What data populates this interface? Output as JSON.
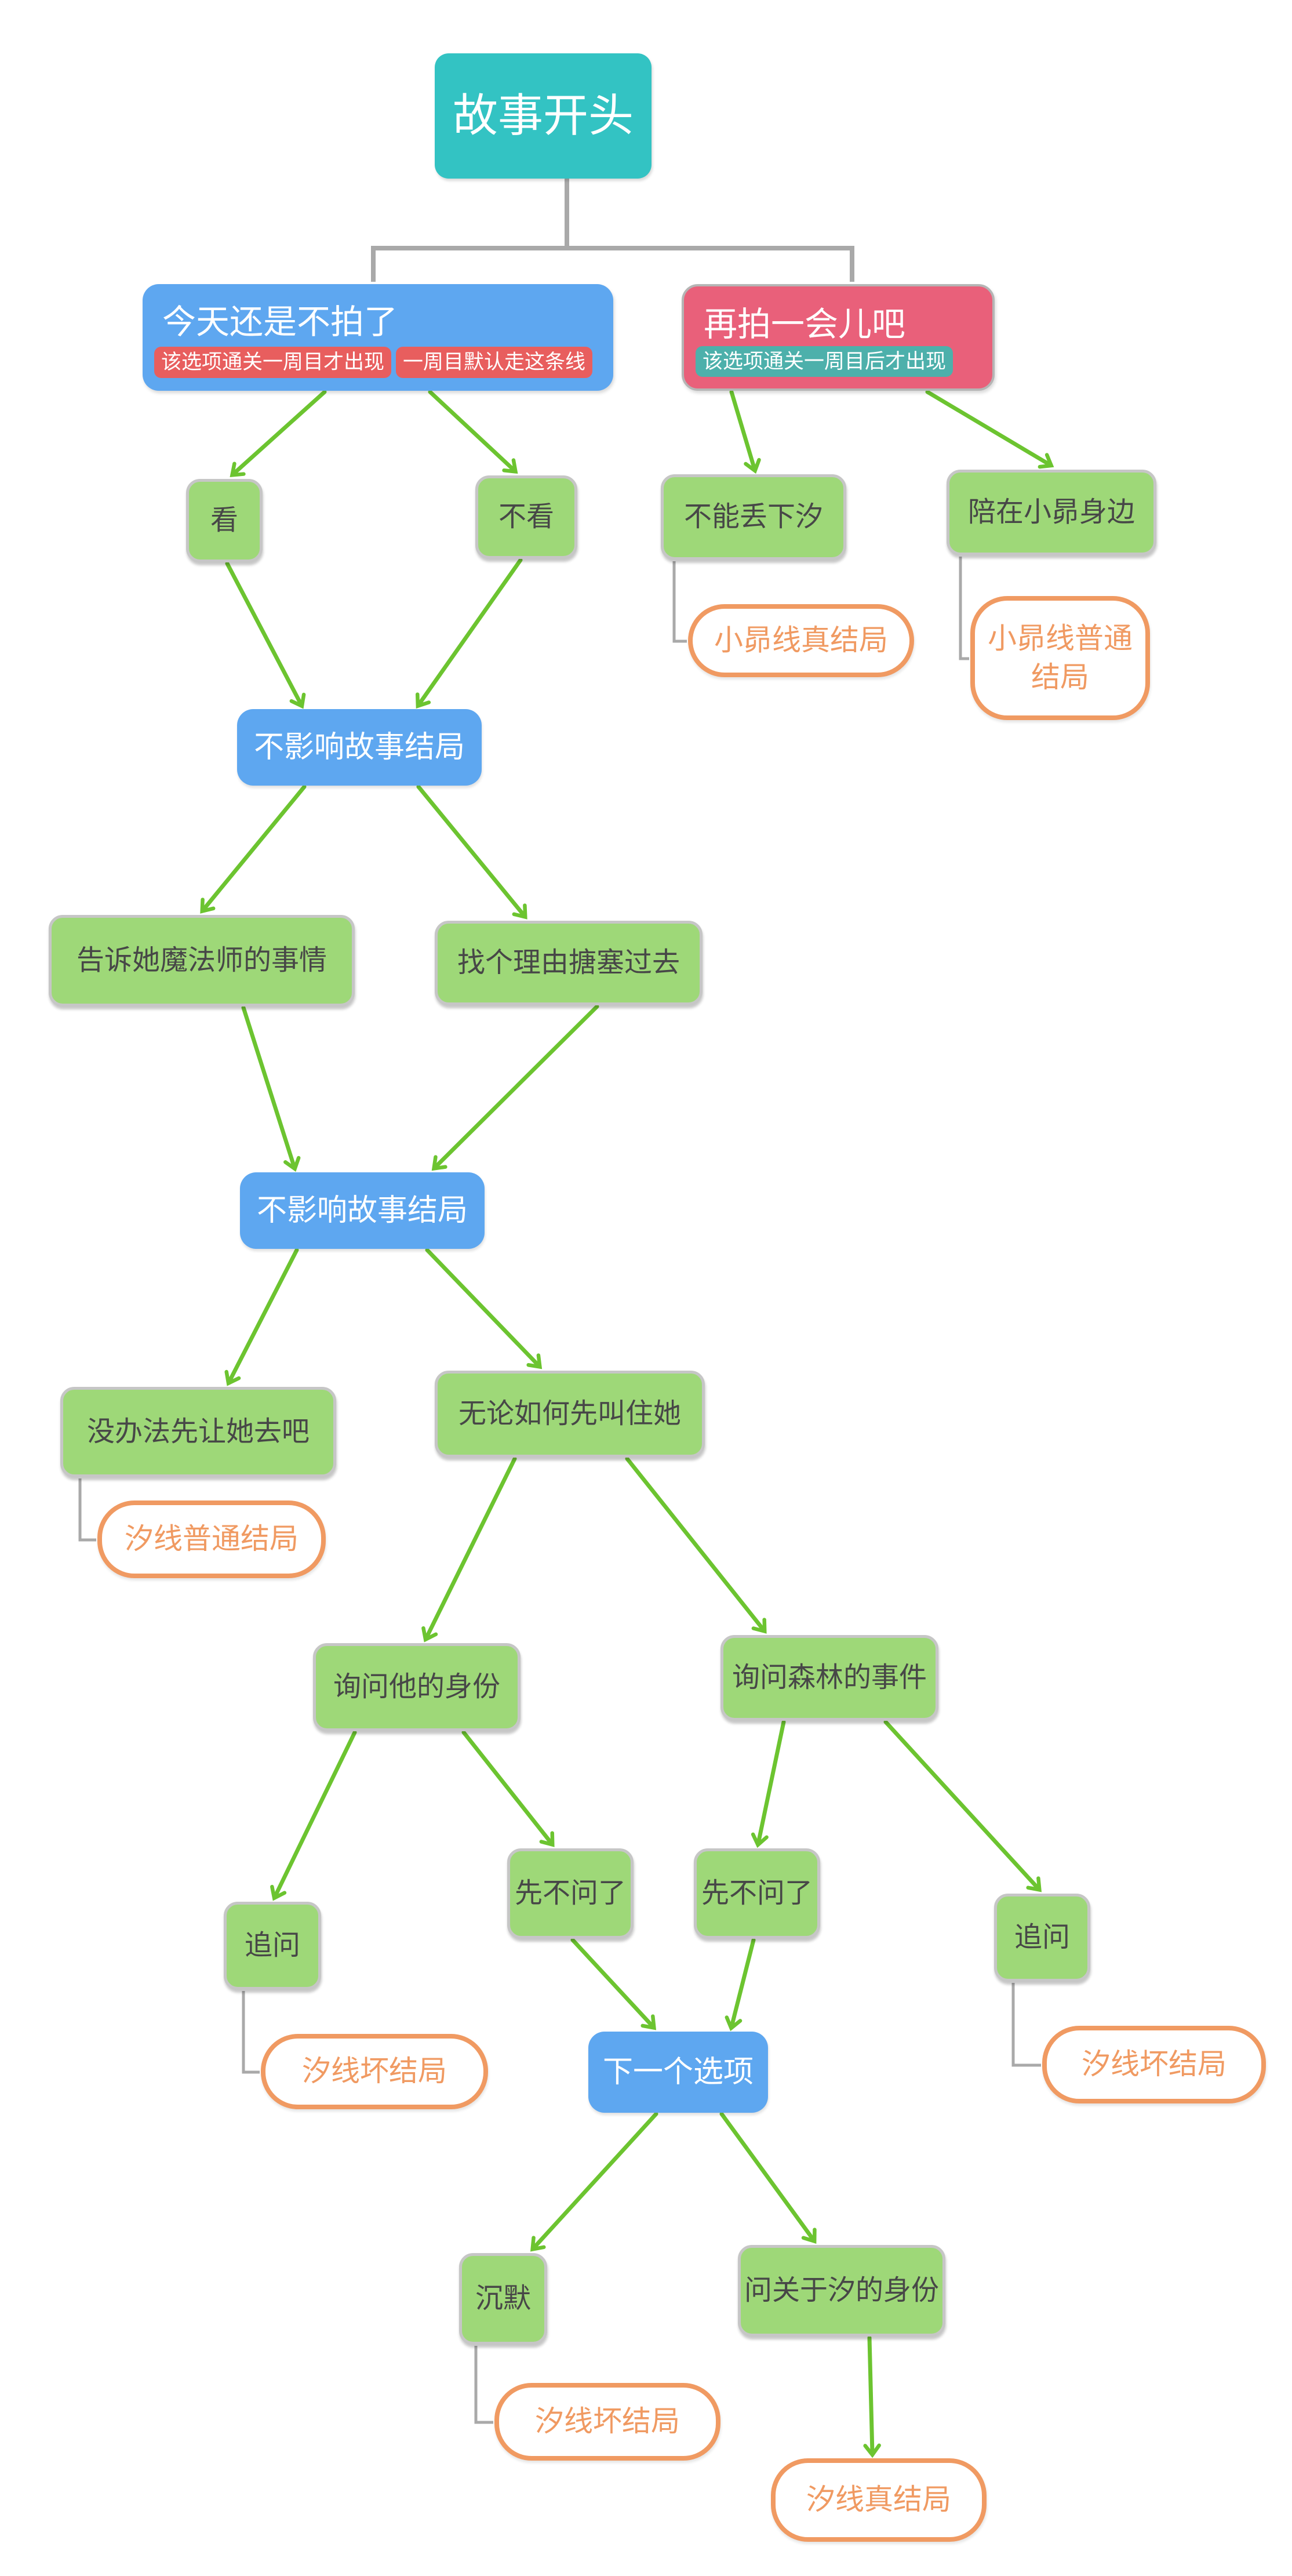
{
  "diagram": {
    "title": "故事开头",
    "type": "story-branch-flowchart"
  },
  "colors": {
    "root_teal": "#33c3c3",
    "choice_blue": "#5ea7f0",
    "choice_pink": "#e9607a",
    "badge_red": "#e85e5e",
    "badge_teal": "#4db0ab",
    "option_green": "#9ed878",
    "ending_orange": "#f09a62",
    "arrow_green": "#6cc430",
    "connector_gray": "#a9a9a9",
    "option_text": "#474747"
  },
  "nodes": [
    {
      "id": "story-start",
      "label": "故事开头",
      "kind": "root"
    },
    {
      "id": "choice-no-photo",
      "label": "今天还是不拍了",
      "kind": "choice-blue",
      "badges": [
        {
          "label": "该选项通关一周目才出现",
          "color": "red"
        },
        {
          "label": "一周目默认走这条线",
          "color": "red"
        }
      ]
    },
    {
      "id": "choice-keep-photo",
      "label": "再拍一会儿吧",
      "kind": "choice-pink",
      "badges": [
        {
          "label": "该选项通关一周目后才出现",
          "color": "teal"
        }
      ]
    },
    {
      "id": "look",
      "label": "看",
      "kind": "option"
    },
    {
      "id": "not-look",
      "label": "不看",
      "kind": "option"
    },
    {
      "id": "cant-leave-xi",
      "label": "不能丢下汐",
      "kind": "option"
    },
    {
      "id": "stay-with-xiaoang",
      "label": "陪在小昴身边",
      "kind": "option"
    },
    {
      "id": "ending-xiaoang-true",
      "label": "小昴线真结局",
      "kind": "ending"
    },
    {
      "id": "ending-xiaoang-normal",
      "label": "小昴线普通结局",
      "kind": "ending"
    },
    {
      "id": "no-effect-1",
      "label": "不影响故事结局",
      "kind": "note-blue"
    },
    {
      "id": "tell-magician",
      "label": "告诉她魔法师的事情",
      "kind": "option"
    },
    {
      "id": "make-excuse",
      "label": "找个理由搪塞过去",
      "kind": "option"
    },
    {
      "id": "no-effect-2",
      "label": "不影响故事结局",
      "kind": "note-blue"
    },
    {
      "id": "let-her-go",
      "label": "没办法先让她去吧",
      "kind": "option"
    },
    {
      "id": "call-her",
      "label": "无论如何先叫住她",
      "kind": "option"
    },
    {
      "id": "ending-xi-normal",
      "label": "汐线普通结局",
      "kind": "ending"
    },
    {
      "id": "ask-identity",
      "label": "询问他的身份",
      "kind": "option"
    },
    {
      "id": "ask-forest",
      "label": "询问森林的事件",
      "kind": "option"
    },
    {
      "id": "press-left",
      "label": "追问",
      "kind": "option"
    },
    {
      "id": "dont-ask-left",
      "label": "先不问了",
      "kind": "option"
    },
    {
      "id": "dont-ask-right",
      "label": "先不问了",
      "kind": "option"
    },
    {
      "id": "press-right",
      "label": "追问",
      "kind": "option"
    },
    {
      "id": "ending-xi-bad-left",
      "label": "汐线坏结局",
      "kind": "ending"
    },
    {
      "id": "next-option",
      "label": "下一个选项",
      "kind": "note-blue"
    },
    {
      "id": "ending-xi-bad-right",
      "label": "汐线坏结局",
      "kind": "ending"
    },
    {
      "id": "silence",
      "label": "沉默",
      "kind": "option"
    },
    {
      "id": "ask-about-xi",
      "label": "问关于汐的身份",
      "kind": "option"
    },
    {
      "id": "ending-xi-bad-bottom",
      "label": "汐线坏结局",
      "kind": "ending"
    },
    {
      "id": "ending-xi-true",
      "label": "汐线真结局",
      "kind": "ending"
    }
  ],
  "edges": [
    {
      "from": "story-start",
      "to": "choice-no-photo",
      "connector": "tree"
    },
    {
      "from": "story-start",
      "to": "choice-keep-photo",
      "connector": "tree"
    },
    {
      "from": "choice-no-photo",
      "to": "look",
      "connector": "arrow"
    },
    {
      "from": "choice-no-photo",
      "to": "not-look",
      "connector": "arrow"
    },
    {
      "from": "choice-keep-photo",
      "to": "cant-leave-xi",
      "connector": "arrow"
    },
    {
      "from": "choice-keep-photo",
      "to": "stay-with-xiaoang",
      "connector": "arrow"
    },
    {
      "from": "cant-leave-xi",
      "to": "ending-xiaoang-true",
      "connector": "elbow"
    },
    {
      "from": "stay-with-xiaoang",
      "to": "ending-xiaoang-normal",
      "connector": "elbow"
    },
    {
      "from": "look",
      "to": "no-effect-1",
      "connector": "arrow"
    },
    {
      "from": "not-look",
      "to": "no-effect-1",
      "connector": "arrow"
    },
    {
      "from": "no-effect-1",
      "to": "tell-magician",
      "connector": "arrow"
    },
    {
      "from": "no-effect-1",
      "to": "make-excuse",
      "connector": "arrow"
    },
    {
      "from": "tell-magician",
      "to": "no-effect-2",
      "connector": "arrow"
    },
    {
      "from": "make-excuse",
      "to": "no-effect-2",
      "connector": "arrow"
    },
    {
      "from": "no-effect-2",
      "to": "let-her-go",
      "connector": "arrow"
    },
    {
      "from": "no-effect-2",
      "to": "call-her",
      "connector": "arrow"
    },
    {
      "from": "let-her-go",
      "to": "ending-xi-normal",
      "connector": "elbow"
    },
    {
      "from": "call-her",
      "to": "ask-identity",
      "connector": "arrow"
    },
    {
      "from": "call-her",
      "to": "ask-forest",
      "connector": "arrow"
    },
    {
      "from": "ask-identity",
      "to": "press-left",
      "connector": "arrow"
    },
    {
      "from": "ask-identity",
      "to": "dont-ask-left",
      "connector": "arrow"
    },
    {
      "from": "ask-forest",
      "to": "dont-ask-right",
      "connector": "arrow"
    },
    {
      "from": "ask-forest",
      "to": "press-right",
      "connector": "arrow"
    },
    {
      "from": "press-left",
      "to": "ending-xi-bad-left",
      "connector": "elbow"
    },
    {
      "from": "press-right",
      "to": "ending-xi-bad-right",
      "connector": "elbow"
    },
    {
      "from": "dont-ask-left",
      "to": "next-option",
      "connector": "arrow"
    },
    {
      "from": "dont-ask-right",
      "to": "next-option",
      "connector": "arrow"
    },
    {
      "from": "next-option",
      "to": "silence",
      "connector": "arrow"
    },
    {
      "from": "next-option",
      "to": "ask-about-xi",
      "connector": "arrow"
    },
    {
      "from": "silence",
      "to": "ending-xi-bad-bottom",
      "connector": "elbow"
    },
    {
      "from": "ask-about-xi",
      "to": "ending-xi-true",
      "connector": "arrow"
    }
  ]
}
